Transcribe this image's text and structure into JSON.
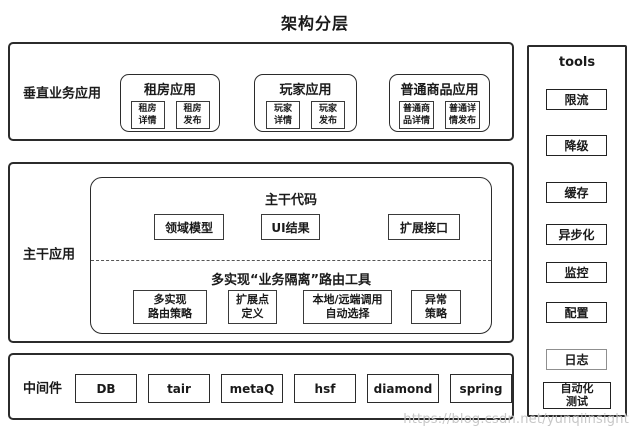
{
  "title": "架构分层",
  "watermark": "https://blog.csdn.net/yunqiinsight",
  "sections": {
    "vertical": {
      "label": "垂直业务应用",
      "apps": [
        {
          "title": "租房应用",
          "items": [
            "租房\n详情",
            "租房\n发布"
          ]
        },
        {
          "title": "玩家应用",
          "items": [
            "玩家\n详情",
            "玩家\n发布"
          ]
        },
        {
          "title": "普通商品应用",
          "items": [
            "普通商\n品详情",
            "普通详\n情发布"
          ]
        }
      ]
    },
    "trunk": {
      "label": "主干应用",
      "code_block": {
        "title": "主干代码",
        "items": [
          "领域模型",
          "UI结果",
          "扩展接口"
        ]
      },
      "router_block": {
        "title": "多实现“业务隔离”路由工具",
        "items": [
          "多实现\n路由策略",
          "扩展点\n定义",
          "本地/远端调用\n自动选择",
          "异常\n策略"
        ]
      }
    },
    "middleware": {
      "label": "中间件",
      "items": [
        "DB",
        "tair",
        "metaQ",
        "hsf",
        "diamond",
        "spring"
      ]
    },
    "tools": {
      "label": "tools",
      "items": [
        "限流",
        "降级",
        "缓存",
        "异步化",
        "监控",
        "配置",
        "日志",
        "自动化\n测试"
      ]
    }
  }
}
